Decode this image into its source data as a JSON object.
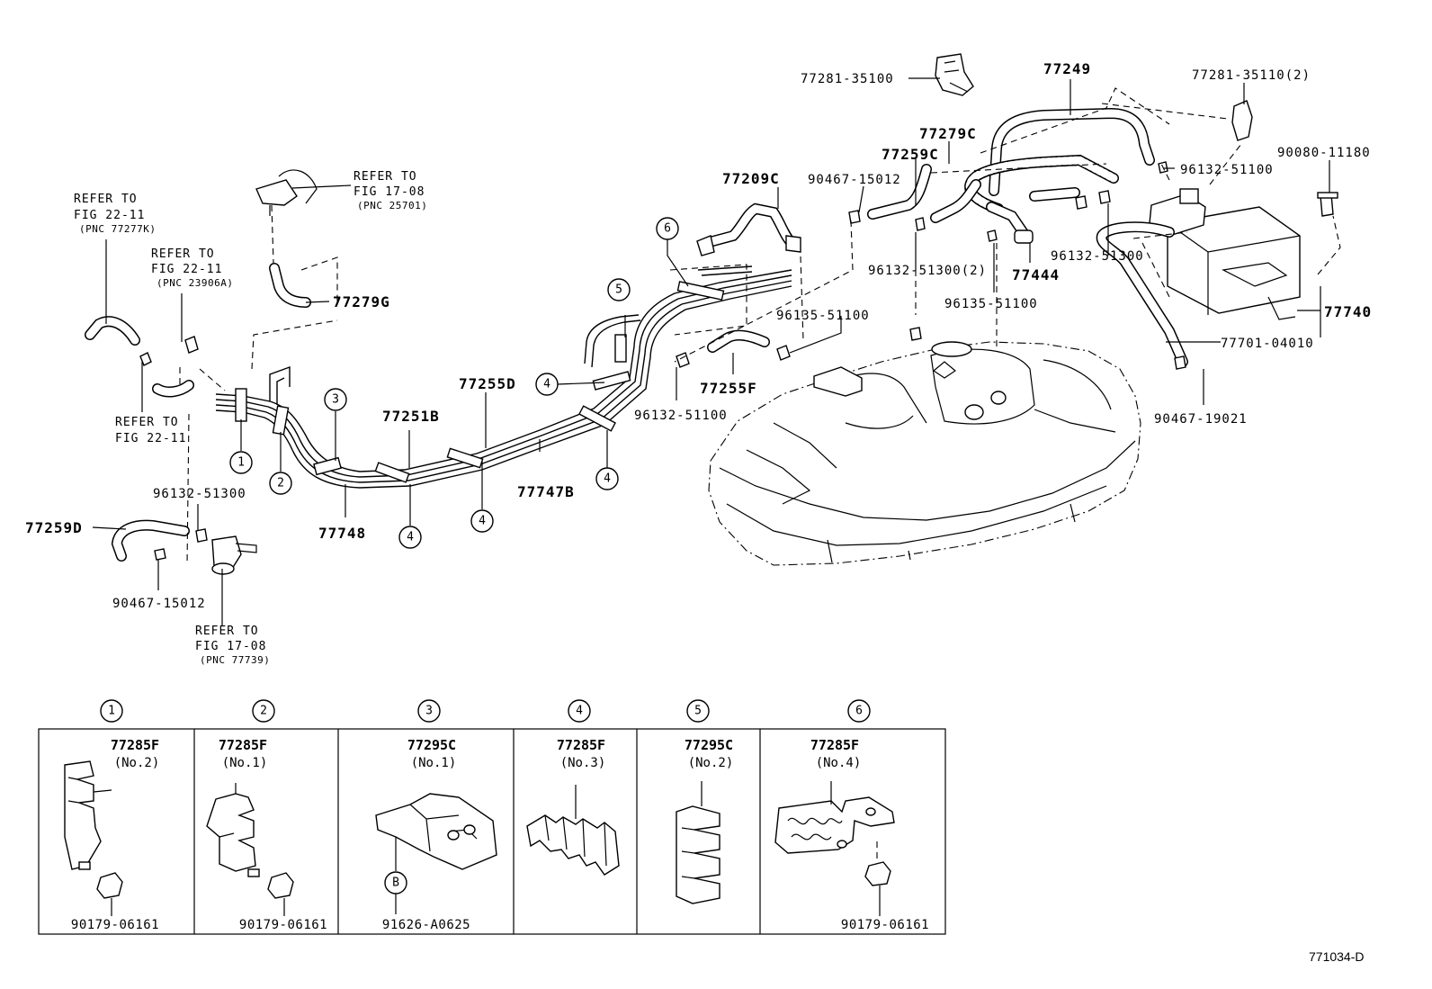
{
  "figure_code": "771034-D",
  "part_labels": {
    "p77281_35100": "77281-35100",
    "p77249": "77249",
    "p77281_35110": "77281-35110(2)",
    "p90080_11180": "90080-11180",
    "p77279C": "77279C",
    "p77259C": "77259C",
    "p96132_51100_a": "96132-51100",
    "p77209C": "77209C",
    "p90467_15012_a": "90467-15012",
    "p96132_51300_r": "96132-51300",
    "p96132_51300_2": "96132-51300(2)",
    "p77444": "77444",
    "p77740": "77740",
    "p96135_51100_a": "96135-51100",
    "p96135_51100_b": "96135-51100",
    "p77701_04010": "77701-04010",
    "p77279G": "77279G",
    "p77255D": "77255D",
    "p77255F": "77255F",
    "p96132_51100_b": "96132-51100",
    "p90467_19021": "90467-19021",
    "p77251B": "77251B",
    "p77747B": "77747B",
    "p77748": "77748",
    "p96132_51300_l": "96132-51300",
    "p77259D": "77259D",
    "p90467_15012_b": "90467-15012"
  },
  "refs": {
    "r1_line1": "REFER TO",
    "r1_line2": "FIG 22-11",
    "r1_line3": "(PNC 77277K)",
    "r2_line1": "REFER TO",
    "r2_line2": "FIG 22-11",
    "r2_line3": "(PNC 23906A)",
    "r3_line1": "REFER TO",
    "r3_line2": "FIG 17-08",
    "r3_line3": "(PNC 25701)",
    "r4_line1": "REFER TO",
    "r4_line2": "FIG 22-11",
    "r5_line1": "REFER TO",
    "r5_line2": "FIG 17-08",
    "r5_line3": "(PNC 77739)"
  },
  "callouts": [
    "1",
    "2",
    "3",
    "4",
    "5",
    "6"
  ],
  "callout_b": "B",
  "detail_boxes": [
    {
      "num": "1",
      "part": "77285F",
      "sub": "(No.2)",
      "bottom": "90179-06161"
    },
    {
      "num": "2",
      "part": "77285F",
      "sub": "(No.1)",
      "bottom": "90179-06161"
    },
    {
      "num": "3",
      "part": "77295C",
      "sub": "(No.1)",
      "bottom": "91626-A0625"
    },
    {
      "num": "4",
      "part": "77285F",
      "sub": "(No.3)",
      "bottom": ""
    },
    {
      "num": "5",
      "part": "77295C",
      "sub": "(No.2)",
      "bottom": ""
    },
    {
      "num": "6",
      "part": "77285F",
      "sub": "(No.4)",
      "bottom": "90179-06161"
    }
  ]
}
